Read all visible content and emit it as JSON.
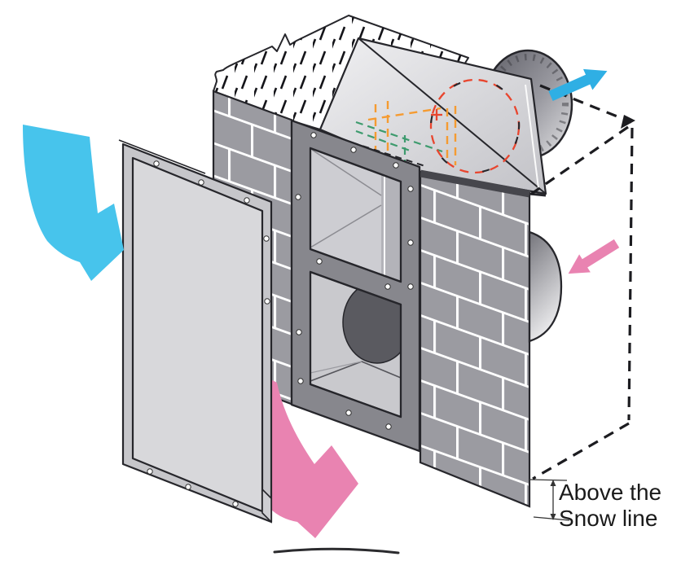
{
  "figure": {
    "type": "technical-illustration",
    "description": "Cut-away diagram of a through-wall vent: masonry wall, wall sleeve with two rectangular duct openings, round duct exiting top rear, exterior cover panel, and airflow arrows",
    "label": {
      "line1": "Above the",
      "line2": "Snow line"
    }
  },
  "icons": {
    "curved_blue_arrow": "airflow-in-curved-arrow",
    "straight_blue_arrow": "airflow-out-arrow",
    "straight_pink_arrow": "airflow-return-arrow",
    "curved_pink_arrow": "airflow-down-curved-arrow"
  },
  "colors": {
    "intake_arrow_blue": "#47C4EC",
    "exhaust_arrow_blue": "#2FAFE4",
    "pink_arrow": "#E983B1",
    "brick_gray": "#9B9BA1",
    "mortar_white": "#FFFFFF",
    "frame_gray": "#87878D",
    "panel_gray": "#D8D8DB",
    "dashed_red": "#E8452E",
    "dashed_orange": "#F59B31",
    "dashed_green": "#3E9B6E",
    "dashed_black": "#1C1C20",
    "outline": "#26262B"
  }
}
